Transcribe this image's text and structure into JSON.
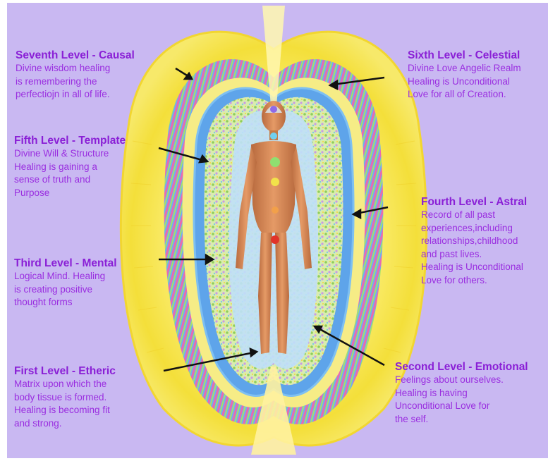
{
  "colors": {
    "background": "#c9b8f2",
    "title_text": "#8a1fd6",
    "body_text": "#9a2ee0",
    "outer_glow": "#f7e84a",
    "band_blue": "#5aa0e6",
    "band_green": "#9ed36a"
  },
  "levels": [
    {
      "key": "seventh",
      "title": "Seventh Level - Causal",
      "lines": [
        "Divine wisdom healing",
        "is remembering the",
        "perfectiojn in all of life."
      ]
    },
    {
      "key": "sixth",
      "title": "Sixth Level - Celestial",
      "lines": [
        "Divine Love Angelic Realm",
        "Healing is Unconditional",
        "Love for all of Creation."
      ]
    },
    {
      "key": "fifth",
      "title": "Fifth Level - Template",
      "lines": [
        "Divine Will & Structure",
        "Healing is gaining a",
        "sense of truth and",
        "Purpose"
      ]
    },
    {
      "key": "fourth",
      "title": "Fourth Level - Astral",
      "lines": [
        "Record of all past",
        "experiences,including",
        "relationships,childhood",
        "and past lives.",
        "Healing is Unconditional",
        "Love for others."
      ]
    },
    {
      "key": "third",
      "title": "Third Level - Mental",
      "lines": [
        "Logical Mind. Healing",
        "is creating positive",
        "thought forms"
      ]
    },
    {
      "key": "first",
      "title": "First Level - Etheric",
      "lines": [
        "Matrix upon which the",
        "body tissue is formed.",
        "Healing is becoming fit",
        "and strong."
      ]
    },
    {
      "key": "second",
      "title": "Second Level - Emotional",
      "lines": [
        "Feelings about ourselves.",
        "Healing is having",
        "Unconditional Love for",
        "the self."
      ]
    }
  ]
}
